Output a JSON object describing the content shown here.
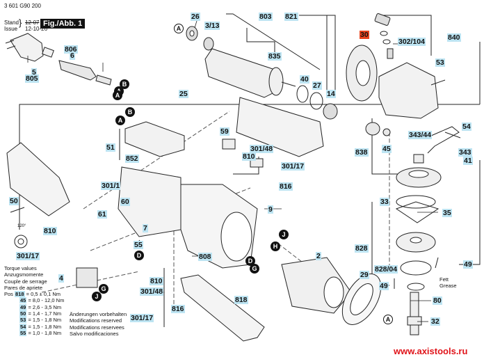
{
  "header": {
    "part_number": "3 601 G90 200",
    "stand_label": "Stand",
    "issue_label": "Issue",
    "stand_date": "12-07",
    "issue_date": "12-10-26",
    "figure_label": "Fig./Abb. 1"
  },
  "torque": {
    "title_lines": [
      "Torque values",
      "Anzugsmomente",
      "Couple de serrage",
      "Pares de apriete"
    ],
    "pos_prefix": "Pos",
    "rows": [
      {
        "pos": "818",
        "value": "= 0,5 ± 0,1 Nm"
      },
      {
        "pos": "45",
        "value": "= 8,0 - 12,0 Nm"
      },
      {
        "pos": "49",
        "value": "= 2,6 - 3,5 Nm"
      },
      {
        "pos": "50",
        "value": "= 1,4 - 1,7 Nm"
      },
      {
        "pos": "53",
        "value": "= 1,5 - 1,8 Nm"
      },
      {
        "pos": "54",
        "value": "= 1,5 - 1,8 Nm"
      },
      {
        "pos": "55",
        "value": "= 1,0 - 1,8 Nm"
      }
    ]
  },
  "modifications": [
    "Änderungen vorbehalten",
    "Modifications reserved",
    "Modifications reservees",
    "Salvo modificaciones"
  ],
  "grease": {
    "line1": "Fett",
    "line2": "Grease"
  },
  "angle_note": "120°",
  "watermark": "www.axistools.ru",
  "part_labels": {
    "p26": "26",
    "p313": "3/13",
    "p803": "803",
    "p821": "821",
    "p30": "30",
    "p302104": "302/104",
    "p840": "840",
    "p806": "806",
    "p6": "6",
    "p5": "5",
    "p805": "805",
    "p835": "835",
    "p40": "40",
    "p27": "27",
    "p14": "14",
    "p53": "53",
    "p25": "25",
    "p51": "51",
    "p852": "852",
    "p59": "59",
    "p30148a": "301/48",
    "p810a": "810",
    "p30117a": "301/17",
    "p816a": "816",
    "p54": "54",
    "p34344": "343/44",
    "p45": "45",
    "p838": "838",
    "p343": "343",
    "p41": "41",
    "p3011": "301/1",
    "p50": "50",
    "p60": "60",
    "p61": "61",
    "p9": "9",
    "p810b": "810",
    "p30117b": "301/17",
    "p7": "7",
    "p55": "55",
    "p33": "33",
    "p35": "35",
    "p808": "808",
    "p2": "2",
    "p828": "828",
    "p82804": "828/04",
    "p49a": "49",
    "p49b": "49",
    "p4": "4",
    "p810c": "810",
    "p30148b": "301/48",
    "p816b": "816",
    "p30117c": "301/17",
    "p818": "818",
    "p29": "29",
    "p80": "80",
    "p32": "32"
  },
  "callouts": {
    "A": "A",
    "B": "B",
    "D": "D",
    "G": "G",
    "H": "H",
    "J": "J"
  },
  "colors": {
    "label_bg": "#bde4f2",
    "highlight_label_bg": "#e8431d",
    "line": "#111111",
    "watermark": "#e0141a"
  }
}
